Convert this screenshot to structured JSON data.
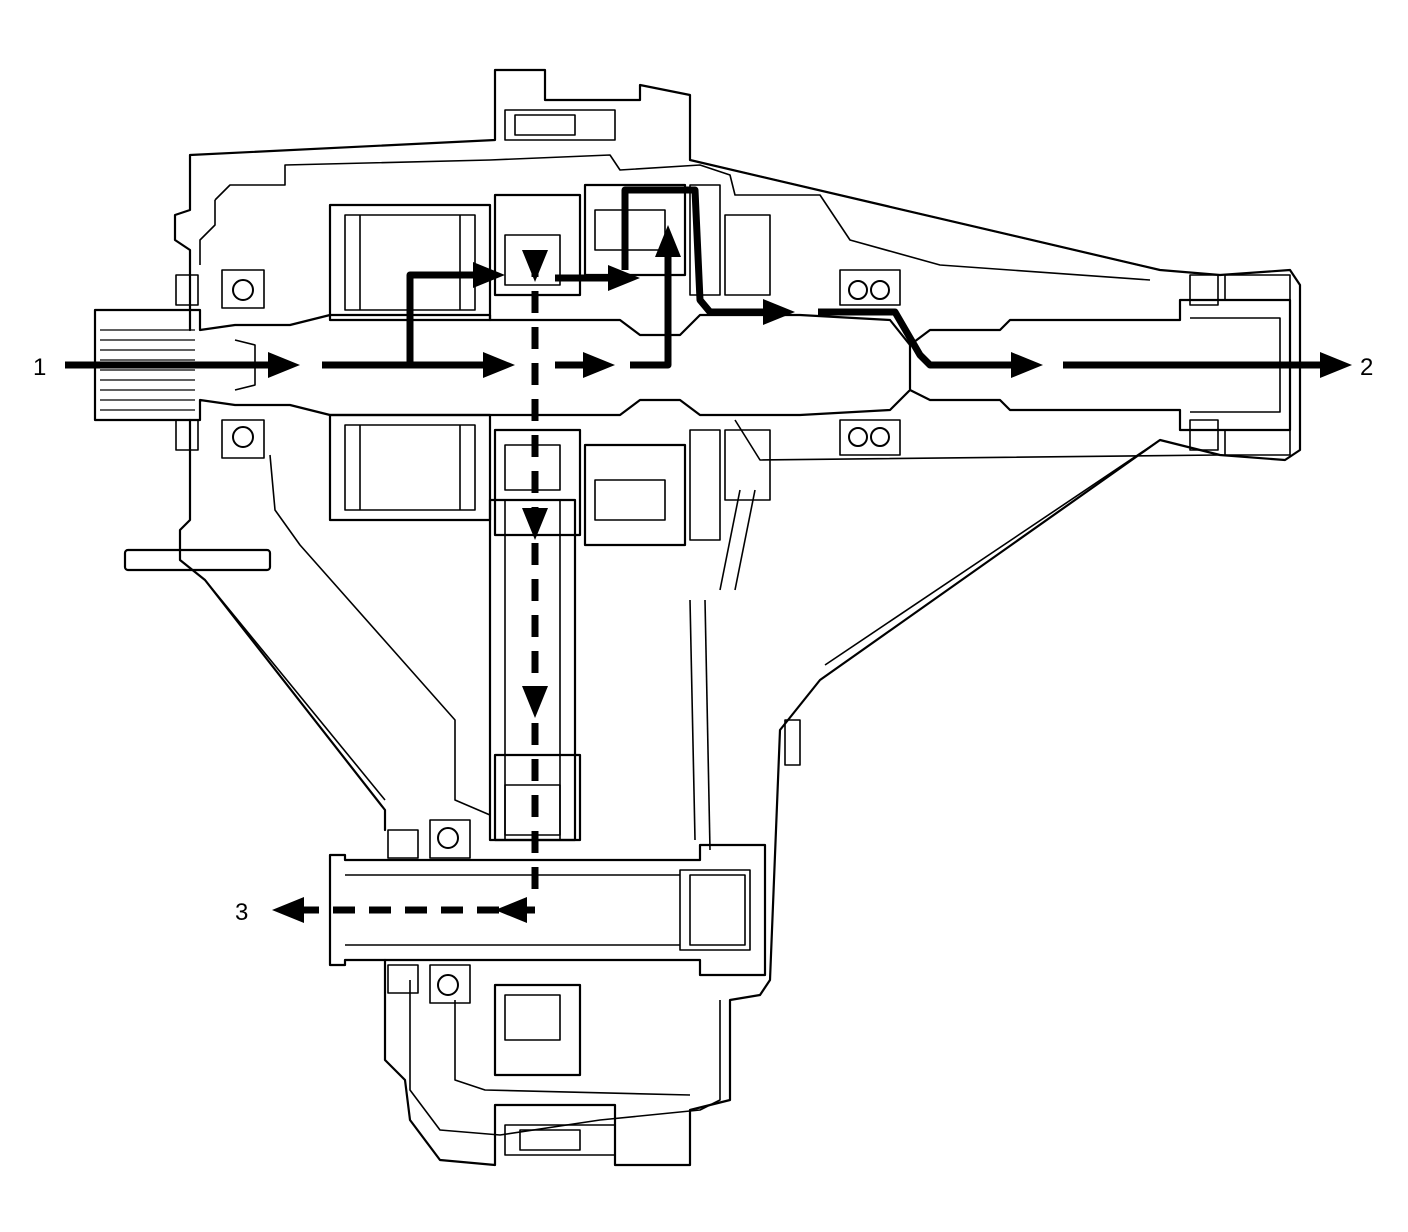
{
  "callouts": {
    "input": "1",
    "rear_output": "2",
    "front_output": "3"
  },
  "colors": {
    "line": "#000000",
    "background": "#ffffff"
  }
}
